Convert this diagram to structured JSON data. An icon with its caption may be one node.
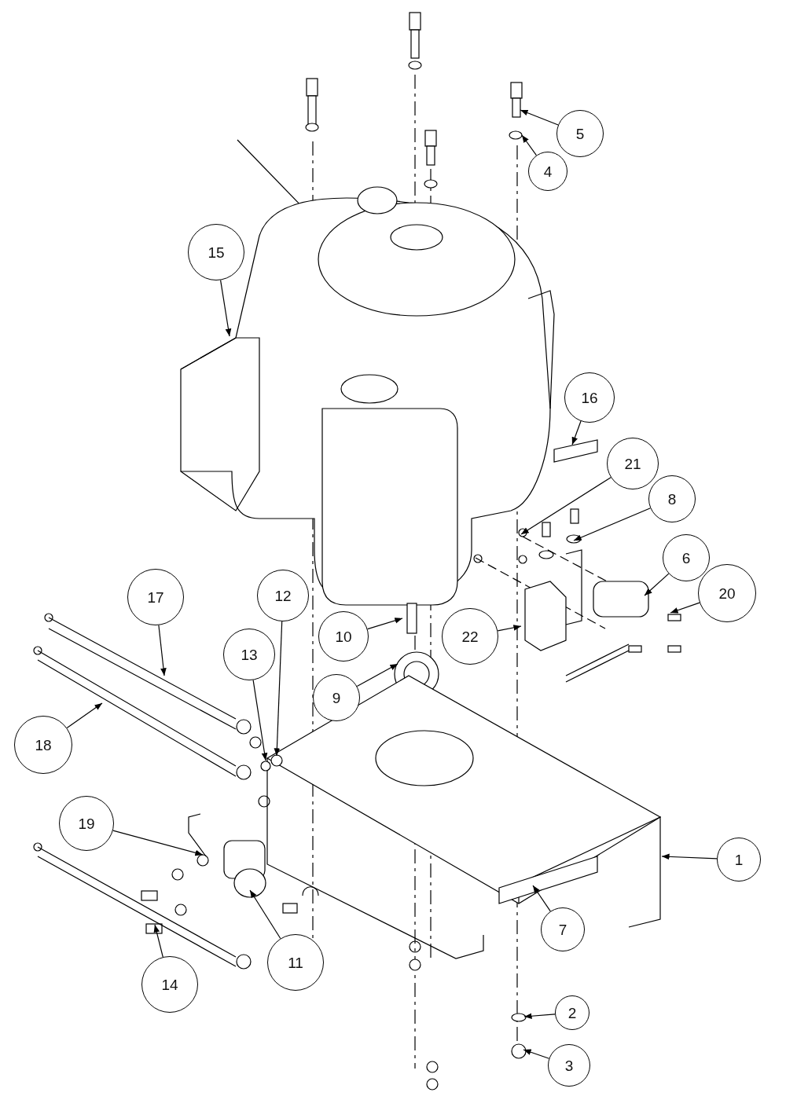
{
  "diagram": {
    "nodes": [
      {
        "text": [
          "5"
        ]
      },
      {
        "text": [
          "4"
        ]
      },
      {
        "text": [
          "15"
        ]
      },
      {
        "text": [
          "16"
        ]
      },
      {
        "text": [
          "21"
        ]
      },
      {
        "text": [
          "8"
        ]
      },
      {
        "text": [
          "6"
        ]
      },
      {
        "text": [
          "20"
        ]
      },
      {
        "text": [
          "12"
        ]
      },
      {
        "text": [
          "17"
        ]
      },
      {
        "text": [
          "10"
        ]
      },
      {
        "text": [
          "22"
        ]
      },
      {
        "text": [
          "13"
        ]
      },
      {
        "text": [
          "9"
        ]
      },
      {
        "text": [
          "18"
        ]
      },
      {
        "text": [
          "19"
        ]
      },
      {
        "text": [
          "1"
        ]
      },
      {
        "text": [
          "7"
        ]
      },
      {
        "text": [
          "11"
        ]
      },
      {
        "text": [
          "14"
        ]
      },
      {
        "text": [
          "2"
        ]
      },
      {
        "text": [
          "3"
        ]
      }
    ],
    "edges": [
      {
        "from": 0,
        "to": null,
        "arrow": "to"
      },
      {
        "from": 1,
        "to": null,
        "arrow": "to"
      },
      {
        "from": 2,
        "to": null,
        "arrow": "to"
      },
      {
        "from": 3,
        "to": null,
        "arrow": "to"
      },
      {
        "from": 4,
        "to": null,
        "arrow": "to"
      },
      {
        "from": 5,
        "to": null,
        "arrow": "to"
      },
      {
        "from": 6,
        "to": null,
        "arrow": "to"
      },
      {
        "from": 7,
        "to": null,
        "arrow": "to"
      },
      {
        "from": 8,
        "to": null,
        "arrow": "to"
      },
      {
        "from": 9,
        "to": null,
        "arrow": "to"
      },
      {
        "from": 10,
        "to": null,
        "arrow": "to"
      },
      {
        "from": 11,
        "to": null,
        "arrow": "to"
      },
      {
        "from": 12,
        "to": null,
        "arrow": "to"
      },
      {
        "from": 13,
        "to": null,
        "arrow": "to"
      },
      {
        "from": 14,
        "to": null,
        "arrow": "to"
      },
      {
        "from": 15,
        "to": null,
        "arrow": "to"
      },
      {
        "from": 16,
        "to": null,
        "arrow": "to"
      },
      {
        "from": 17,
        "to": null,
        "arrow": "to"
      },
      {
        "from": 18,
        "to": null,
        "arrow": "to"
      },
      {
        "from": 19,
        "to": null,
        "arrow": "to"
      },
      {
        "from": 20,
        "to": null,
        "arrow": "to"
      },
      {
        "from": 21,
        "to": null,
        "arrow": "to"
      }
    ]
  }
}
